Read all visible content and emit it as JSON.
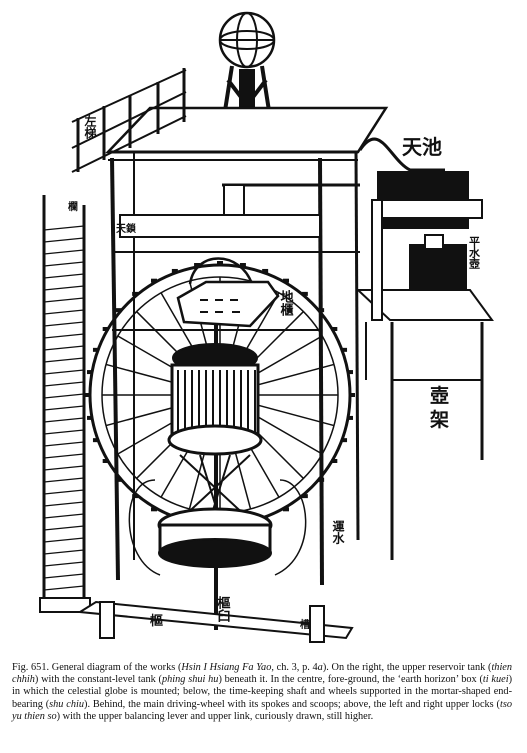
{
  "figure": {
    "labels": {
      "tian_chi": "天池",
      "hu_jia": "壺架",
      "ping_shui_hu": "平水壺",
      "kui_gui": "地櫃",
      "shu_jiu": "樞臼",
      "shu": "樞",
      "yun_shui": "運水",
      "tian_suo": "天鎖",
      "cao_gou": "槽",
      "zuo_ti": "左梯",
      "zhi_lan": "欄"
    }
  },
  "caption": {
    "fig_no": "Fig. 651.",
    "p1": "General diagram of the works (",
    "t1": "Hsin I Hsiang Fa Yao",
    "p2": ", ch. 3, p. 4",
    "t2": "a",
    "p3": "). On the right, the upper reservoir tank (",
    "t3": "thien chhih",
    "p4": ") with the constant-level tank (",
    "t4": "phing shui hu",
    "p5": ") beneath it. In the centre, fore-ground, the ‘earth horizon’ box (",
    "t5": "ti kuei",
    "p6": ") in which the celestial globe is mounted; below, the time-keeping shaft and wheels supported in the mortar-shaped end-bearing (",
    "t6": "shu chiu",
    "p7": "). Behind, the main driving-wheel with its spokes and scoops; above, the left and right upper locks (",
    "t7": "tso yu thien so",
    "p8": ") with the upper balancing lever and upper link, curiously drawn, still higher."
  }
}
